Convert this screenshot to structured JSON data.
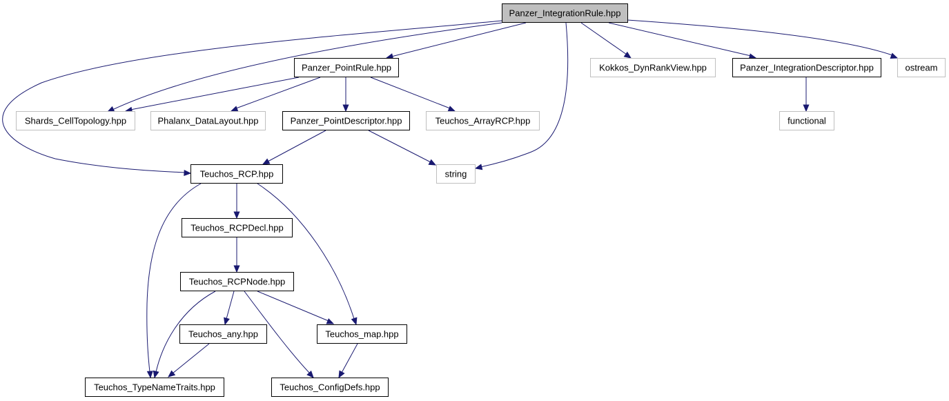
{
  "diagram": {
    "type": "include-dependency-graph",
    "colors": {
      "edge": "#191970",
      "root_fill": "#bfbfbf",
      "node_fill": "#ffffff",
      "documented_border": "#000000",
      "external_border": "#bfbfbf"
    },
    "nodes": [
      {
        "id": "root",
        "label": "Panzer_IntegrationRule.hpp",
        "kind": "root"
      },
      {
        "id": "pr",
        "label": "Panzer_PointRule.hpp",
        "kind": "documented"
      },
      {
        "id": "kk",
        "label": "Kokkos_DynRankView.hpp",
        "kind": "external"
      },
      {
        "id": "pid",
        "label": "Panzer_IntegrationDescriptor.hpp",
        "kind": "documented"
      },
      {
        "id": "ost",
        "label": "ostream",
        "kind": "external"
      },
      {
        "id": "shards",
        "label": "Shards_CellTopology.hpp",
        "kind": "external"
      },
      {
        "id": "phx",
        "label": "Phalanx_DataLayout.hpp",
        "kind": "external"
      },
      {
        "id": "ppd",
        "label": "Panzer_PointDescriptor.hpp",
        "kind": "documented"
      },
      {
        "id": "arcp",
        "label": "Teuchos_ArrayRCP.hpp",
        "kind": "external"
      },
      {
        "id": "func",
        "label": "functional",
        "kind": "external"
      },
      {
        "id": "rcp",
        "label": "Teuchos_RCP.hpp",
        "kind": "documented"
      },
      {
        "id": "str",
        "label": "string",
        "kind": "external"
      },
      {
        "id": "rcpd",
        "label": "Teuchos_RCPDecl.hpp",
        "kind": "documented"
      },
      {
        "id": "rcpn",
        "label": "Teuchos_RCPNode.hpp",
        "kind": "documented"
      },
      {
        "id": "any",
        "label": "Teuchos_any.hpp",
        "kind": "documented"
      },
      {
        "id": "map",
        "label": "Teuchos_map.hpp",
        "kind": "documented"
      },
      {
        "id": "tnt",
        "label": "Teuchos_TypeNameTraits.hpp",
        "kind": "documented"
      },
      {
        "id": "cfg",
        "label": "Teuchos_ConfigDefs.hpp",
        "kind": "documented"
      }
    ],
    "edges": [
      {
        "from": "root",
        "to": "pr"
      },
      {
        "from": "root",
        "to": "shards"
      },
      {
        "from": "root",
        "to": "rcp"
      },
      {
        "from": "root",
        "to": "str"
      },
      {
        "from": "root",
        "to": "kk"
      },
      {
        "from": "root",
        "to": "pid"
      },
      {
        "from": "root",
        "to": "ost"
      },
      {
        "from": "pr",
        "to": "shards"
      },
      {
        "from": "pr",
        "to": "phx"
      },
      {
        "from": "pr",
        "to": "ppd"
      },
      {
        "from": "pr",
        "to": "arcp"
      },
      {
        "from": "pid",
        "to": "func"
      },
      {
        "from": "ppd",
        "to": "rcp"
      },
      {
        "from": "ppd",
        "to": "str"
      },
      {
        "from": "rcp",
        "to": "rcpd"
      },
      {
        "from": "rcp",
        "to": "tnt"
      },
      {
        "from": "rcp",
        "to": "map"
      },
      {
        "from": "rcpd",
        "to": "rcpn"
      },
      {
        "from": "rcpn",
        "to": "any"
      },
      {
        "from": "rcpn",
        "to": "map"
      },
      {
        "from": "rcpn",
        "to": "tnt"
      },
      {
        "from": "rcpn",
        "to": "cfg"
      },
      {
        "from": "any",
        "to": "tnt"
      },
      {
        "from": "map",
        "to": "cfg"
      }
    ]
  }
}
